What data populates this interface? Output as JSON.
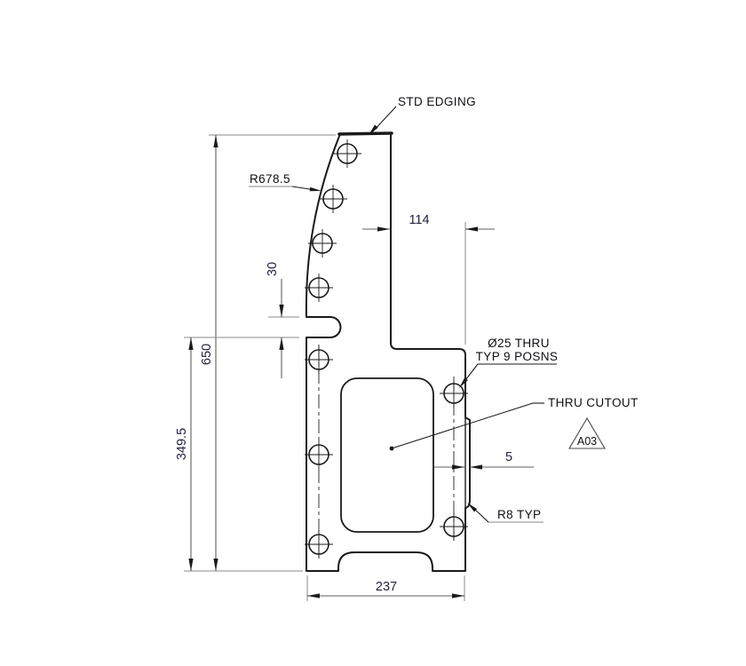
{
  "drawing": {
    "type": "engineering-part-drawing",
    "background": "#ffffff",
    "labels": {
      "std_edging": "STD EDGING",
      "edge_radius": "R678.5",
      "hole_note_line1": "Ø25 THRU",
      "hole_note_line2": "TYP 9 POSNS",
      "cutout": "THRU CUTOUT",
      "corner_radius": "R8 TYP",
      "revision_flag": "A03"
    },
    "dimensions": {
      "overall_height": "650",
      "lower_height": "349.5",
      "slot_height": "30",
      "upper_width": "114",
      "tab_width": "5",
      "bottom_width": "237"
    },
    "hole_count": 9,
    "colors": {
      "outline": "#1a1a1a",
      "dim_line": "#6f6f6f",
      "ext_line": "#8a8a8a",
      "dim_text": "#23233f",
      "label_text": "#0f0f14"
    }
  }
}
